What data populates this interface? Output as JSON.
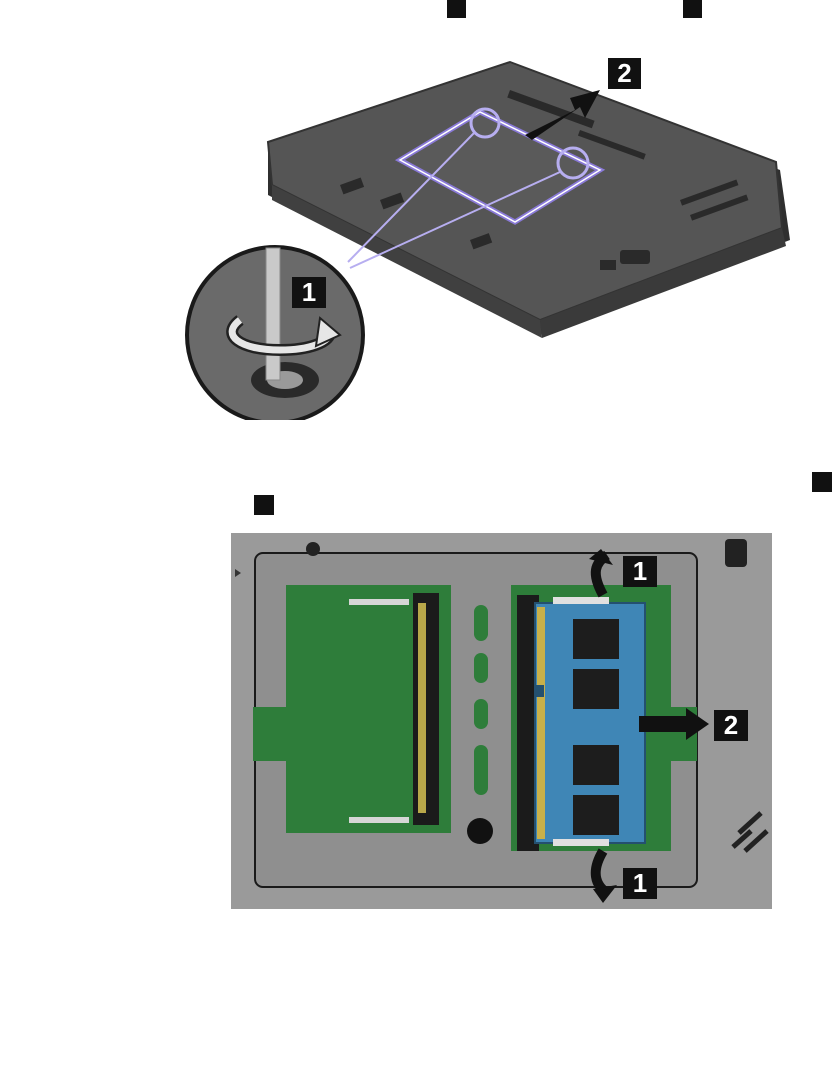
{
  "figure1": {
    "callout_screw": "1",
    "callout_cover": "2"
  },
  "figure2": {
    "callout_latch_top": "1",
    "callout_module": "2",
    "callout_latch_bottom": "1"
  },
  "colors": {
    "laptop_body": "#4a4a4a",
    "cover_outline": "#8a7ad8",
    "board_green": "#2e7d3a",
    "memory_module": "#3f86b6",
    "panel_gray": "#9a9a9a",
    "callout_bg": "#111111"
  }
}
